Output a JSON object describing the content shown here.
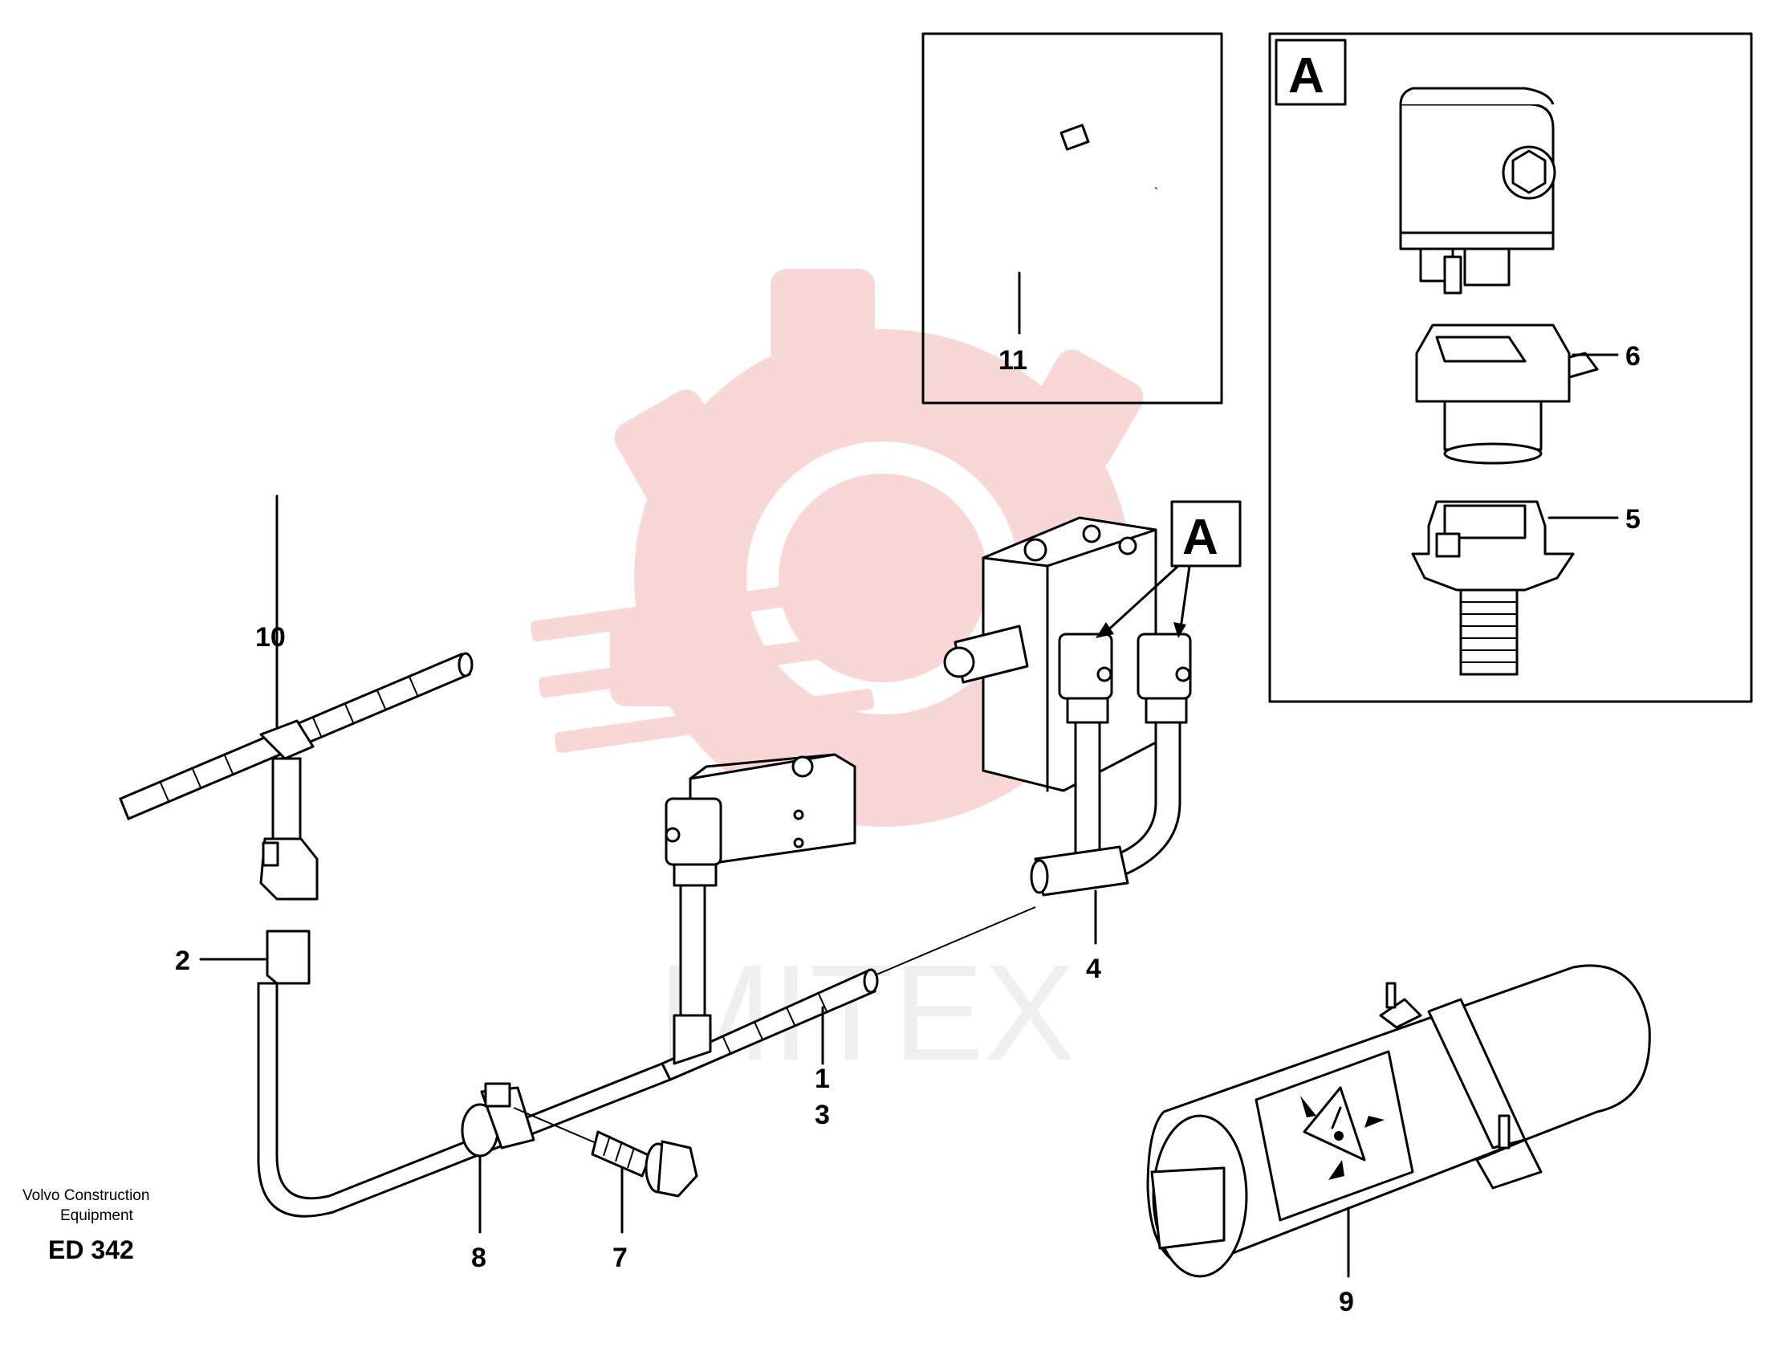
{
  "diagram": {
    "footer": {
      "company_line1": "Volvo Construction",
      "company_line2": "Equipment",
      "code": "ED 342"
    },
    "watermark": {
      "text": "MITEX",
      "color": "#f2b6b6"
    },
    "detail_views": {
      "tie_box_label": "11",
      "detail_a_tag": "A"
    },
    "callouts": {
      "c1": "1",
      "c2": "2",
      "c3": "3",
      "c4": "4",
      "c5": "5",
      "c6": "6",
      "c7": "7",
      "c8": "8",
      "c9": "9",
      "c10": "10",
      "a_tag_main": "A"
    }
  }
}
